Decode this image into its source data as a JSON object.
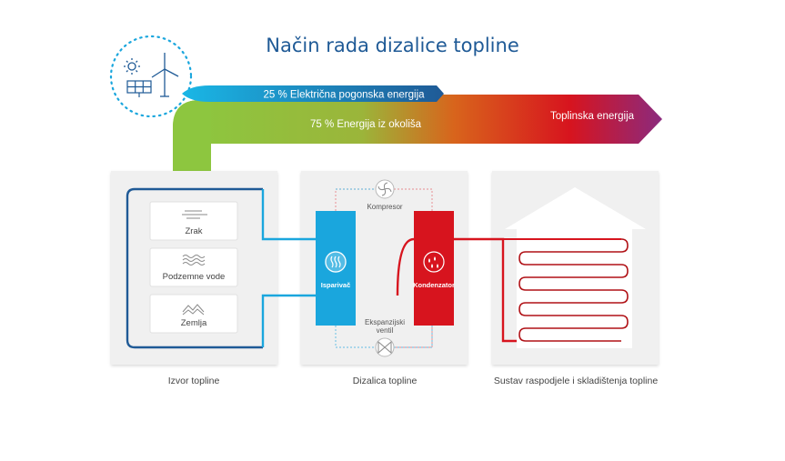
{
  "title": "Način rada dizalice topline",
  "energy": {
    "electric": "25 % Električna pogonska energija",
    "environment": "75 % Energija iz okoliša",
    "heat": "Toplinska energija"
  },
  "sources": [
    {
      "label": "Zrak",
      "icon": "wind-icon"
    },
    {
      "label": "Podzemne vode",
      "icon": "water-waves-icon"
    },
    {
      "label": "Zemlja",
      "icon": "ground-icon"
    }
  ],
  "components": {
    "compressor": "Kompresor",
    "evaporator": "Isparivač",
    "condenser": "Kondenzator",
    "valve_line1": "Ekspanzijski",
    "valve_line2": "ventil"
  },
  "panels": {
    "source": "Izvor topline",
    "heat_pump": "Dizalica topline",
    "distribution": "Sustav raspodjele i skladištenja topline"
  },
  "colors": {
    "blue": "#1aa6dd",
    "dark_blue": "#1f5a96",
    "red": "#d7141e",
    "green": "#8dc63f",
    "purple": "#8b2a7e",
    "panel": "#f0f0f0"
  }
}
